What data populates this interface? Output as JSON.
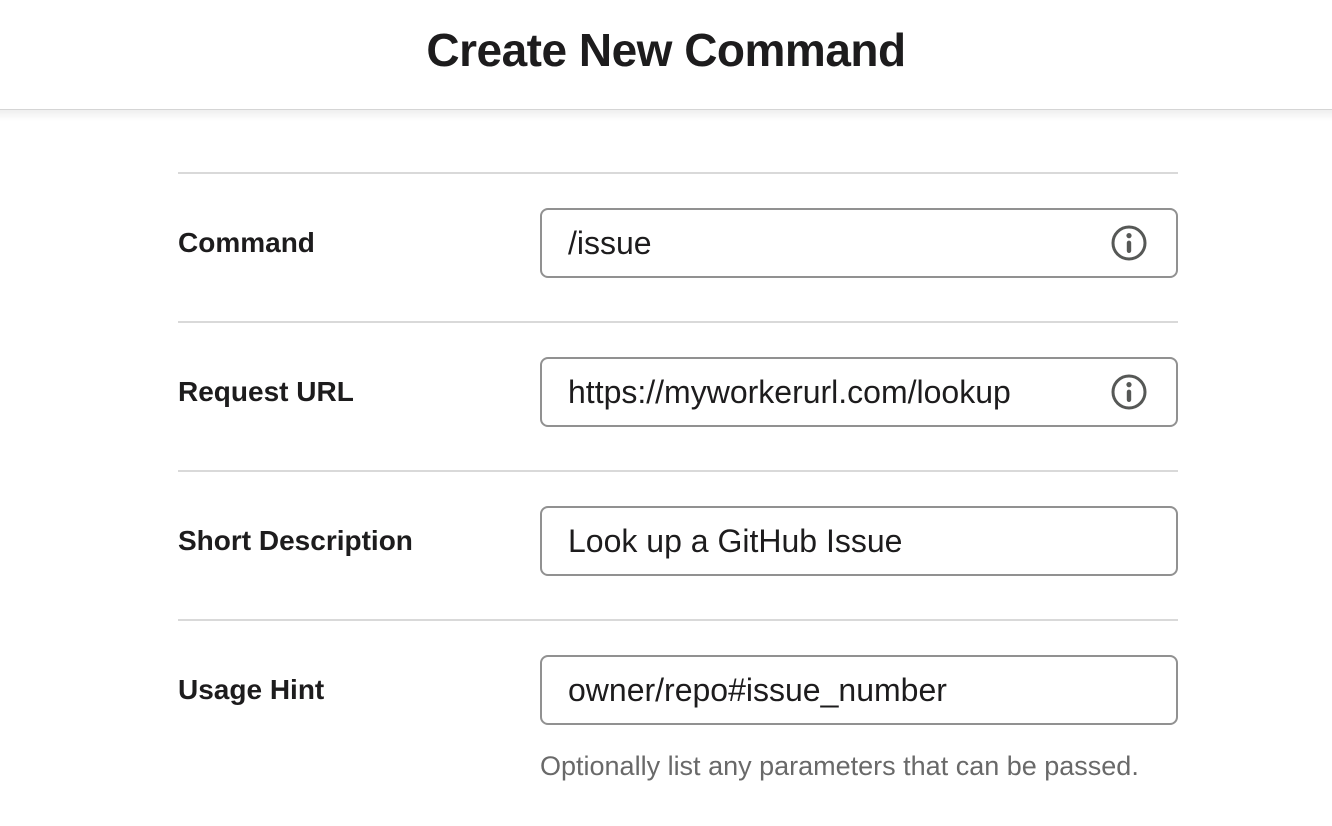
{
  "header": {
    "title": "Create New Command"
  },
  "form": {
    "rows": [
      {
        "label": "Command",
        "value": "/issue",
        "has_info_icon": true
      },
      {
        "label": "Request URL",
        "value": "https://myworkerurl.com/lookup",
        "has_info_icon": true
      },
      {
        "label": "Short Description",
        "value": "Look up a GitHub Issue",
        "has_info_icon": false
      },
      {
        "label": "Usage Hint",
        "value": "owner/repo#issue_number",
        "has_info_icon": false,
        "hint": "Optionally list any parameters that can be passed."
      }
    ]
  },
  "icons": {
    "info": "info-icon"
  },
  "colors": {
    "text": "#1d1c1d",
    "input_border": "#919191",
    "divider": "#d9d9d9",
    "hint_text": "#696969",
    "icon": "#565856",
    "background": "#ffffff"
  }
}
